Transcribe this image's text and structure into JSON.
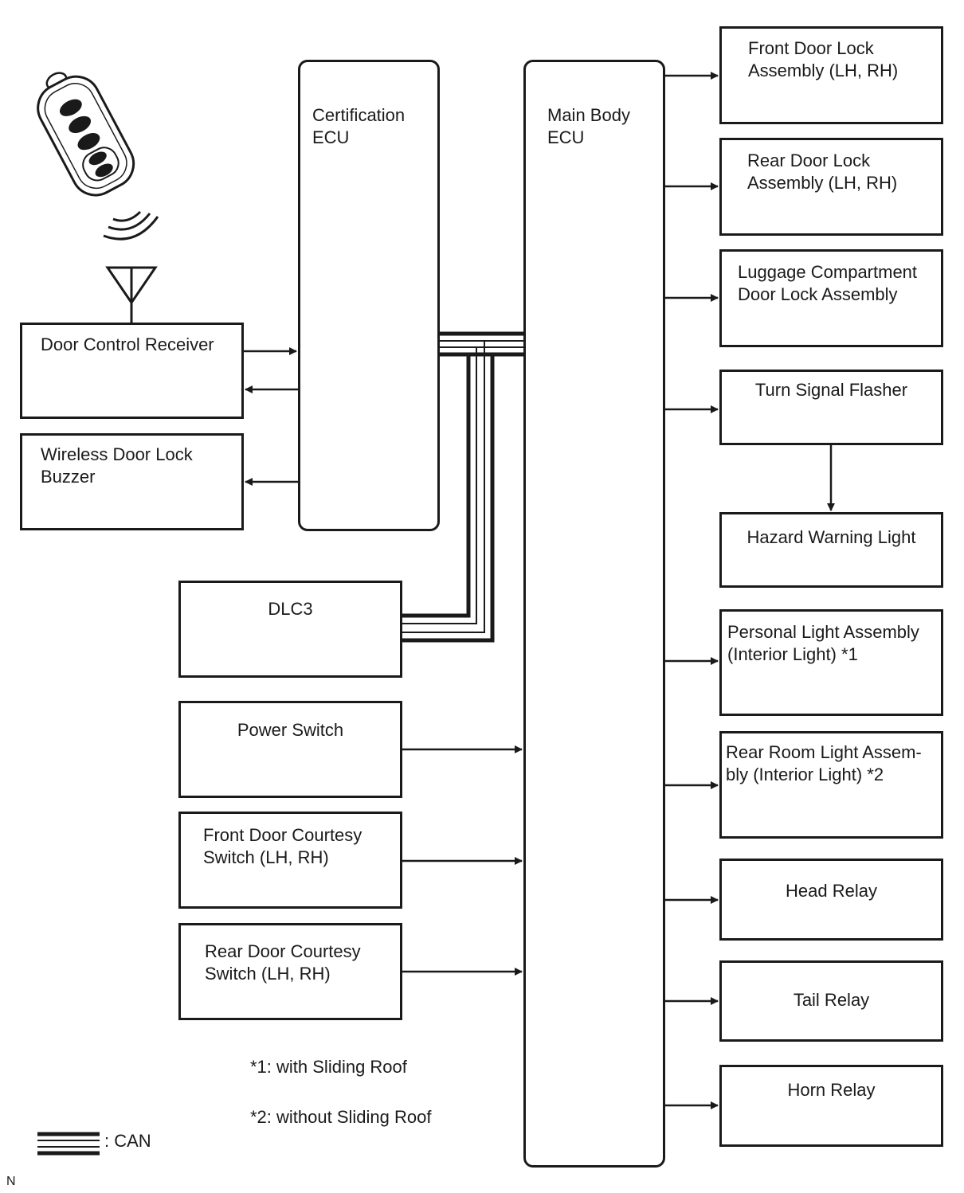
{
  "ecus": {
    "certification": "Certification\nECU",
    "main_body": "Main Body\nECU"
  },
  "inputs": {
    "door_control_receiver": "Door Control Receiver",
    "wireless_buzzer": "Wireless Door Lock\nBuzzer",
    "dlc3": "DLC3",
    "power_switch": "Power Switch",
    "front_courtesy": "Front Door Courtesy\nSwitch (LH, RH)",
    "rear_courtesy": "Rear Door Courtesy\nSwitch (LH, RH)"
  },
  "outputs": {
    "front_door_lock": "Front Door Lock\nAssembly (LH, RH)",
    "rear_door_lock": "Rear Door Lock\nAssembly (LH, RH)",
    "luggage_lock": "Luggage Compartment\nDoor Lock Assembly",
    "turn_signal": "Turn Signal Flasher",
    "hazard": "Hazard Warning Light",
    "personal_light": "Personal Light Assembly\n(Interior Light) *1",
    "rear_room_light": "Rear Room Light Assem-\nbly (Interior Light) *2",
    "head_relay": "Head Relay",
    "tail_relay": "Tail Relay",
    "horn_relay": "Horn Relay"
  },
  "notes": {
    "note1": "*1: with Sliding Roof",
    "note2": "*2: without Sliding Roof",
    "can_legend": ":   CAN",
    "corner": "N"
  }
}
